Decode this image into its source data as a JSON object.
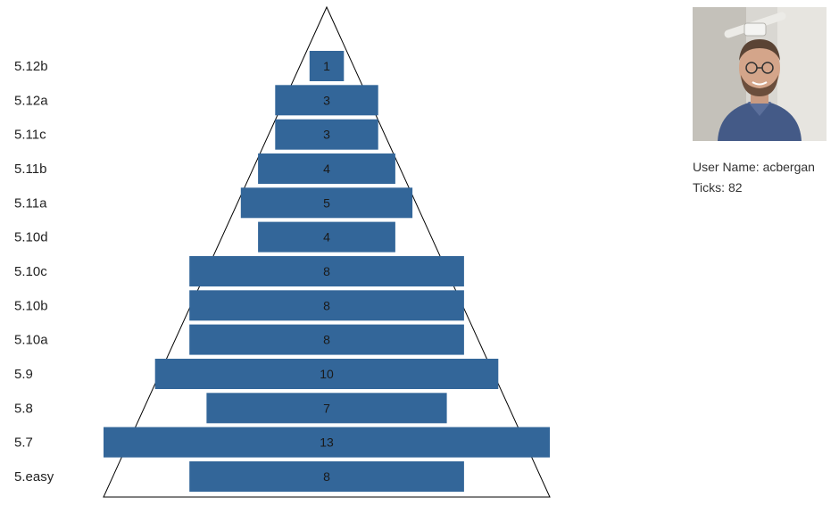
{
  "chart_data": {
    "type": "bar",
    "categories": [
      "5.12b",
      "5.12a",
      "5.11c",
      "5.11b",
      "5.11a",
      "5.10d",
      "5.10c",
      "5.10b",
      "5.10a",
      "5.9",
      "5.8",
      "5.7",
      "5.easy"
    ],
    "values": [
      1,
      3,
      3,
      4,
      5,
      4,
      8,
      8,
      8,
      10,
      7,
      13,
      8
    ],
    "orientation": "horizontal-centered-pyramid",
    "xlim": [
      0,
      13
    ],
    "grid": false,
    "legend": "none",
    "bar_color": "#336699",
    "outline_color": "#000000"
  },
  "profile": {
    "user_name_label": "User Name:",
    "user_name": "acbergan",
    "ticks_label": "Ticks:",
    "ticks": 82
  },
  "colors": {
    "bar": "#336699",
    "outline": "#000000",
    "text": "#222222"
  }
}
